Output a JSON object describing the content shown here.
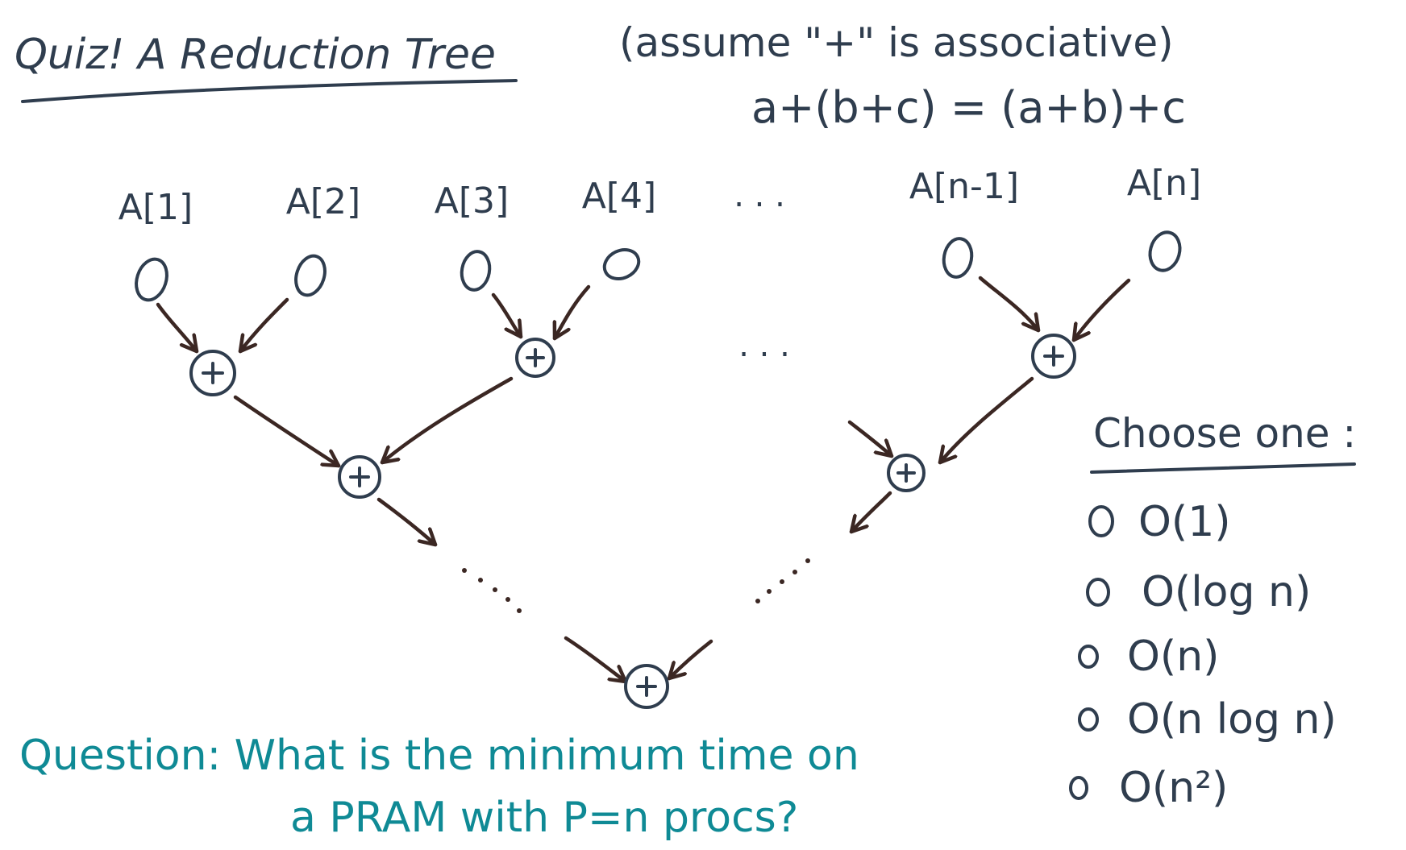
{
  "title": "Quiz! A Reduction Tree",
  "assumption": {
    "line1": "(assume \"+\" is associative)",
    "line2": "a+(b+c) = (a+b)+c"
  },
  "inputs": [
    "A[1]",
    "A[2]",
    "A[3]",
    "A[4]",
    ". . .",
    "A[n-1]",
    "A[n]"
  ],
  "choices": {
    "heading": "Choose one :",
    "options": [
      "O(1)",
      "O(log n)",
      "O(n)",
      "O(n log n)",
      "O(n²)"
    ]
  },
  "question": {
    "line1": "Question: What is the minimum time on",
    "line2": "a PRAM with P=n procs?"
  }
}
